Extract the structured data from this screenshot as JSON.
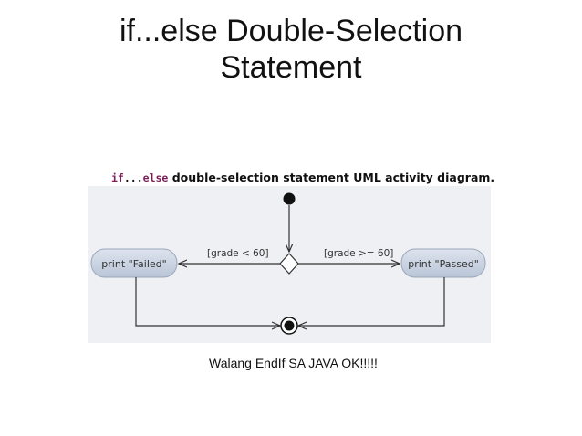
{
  "slide": {
    "title_line1": "if...else Double-Selection",
    "title_line2": "Statement",
    "note": "Walang EndIf SA JAVA OK!!!!!"
  },
  "figure_caption": {
    "keyword_if": "if",
    "keyword_dots": "...",
    "keyword_else": "else",
    "rest": " double-selection statement UML activity diagram."
  },
  "diagram": {
    "left_action": "print \"Failed\"",
    "right_action": "print \"Passed\"",
    "left_guard": "[grade < 60]",
    "right_guard": "[grade >= 60]"
  },
  "colors": {
    "panel_bg": "#eef0f3",
    "node_fill": "#c9d3e0",
    "line": "#333333",
    "keyword": "#7a1f5a"
  }
}
